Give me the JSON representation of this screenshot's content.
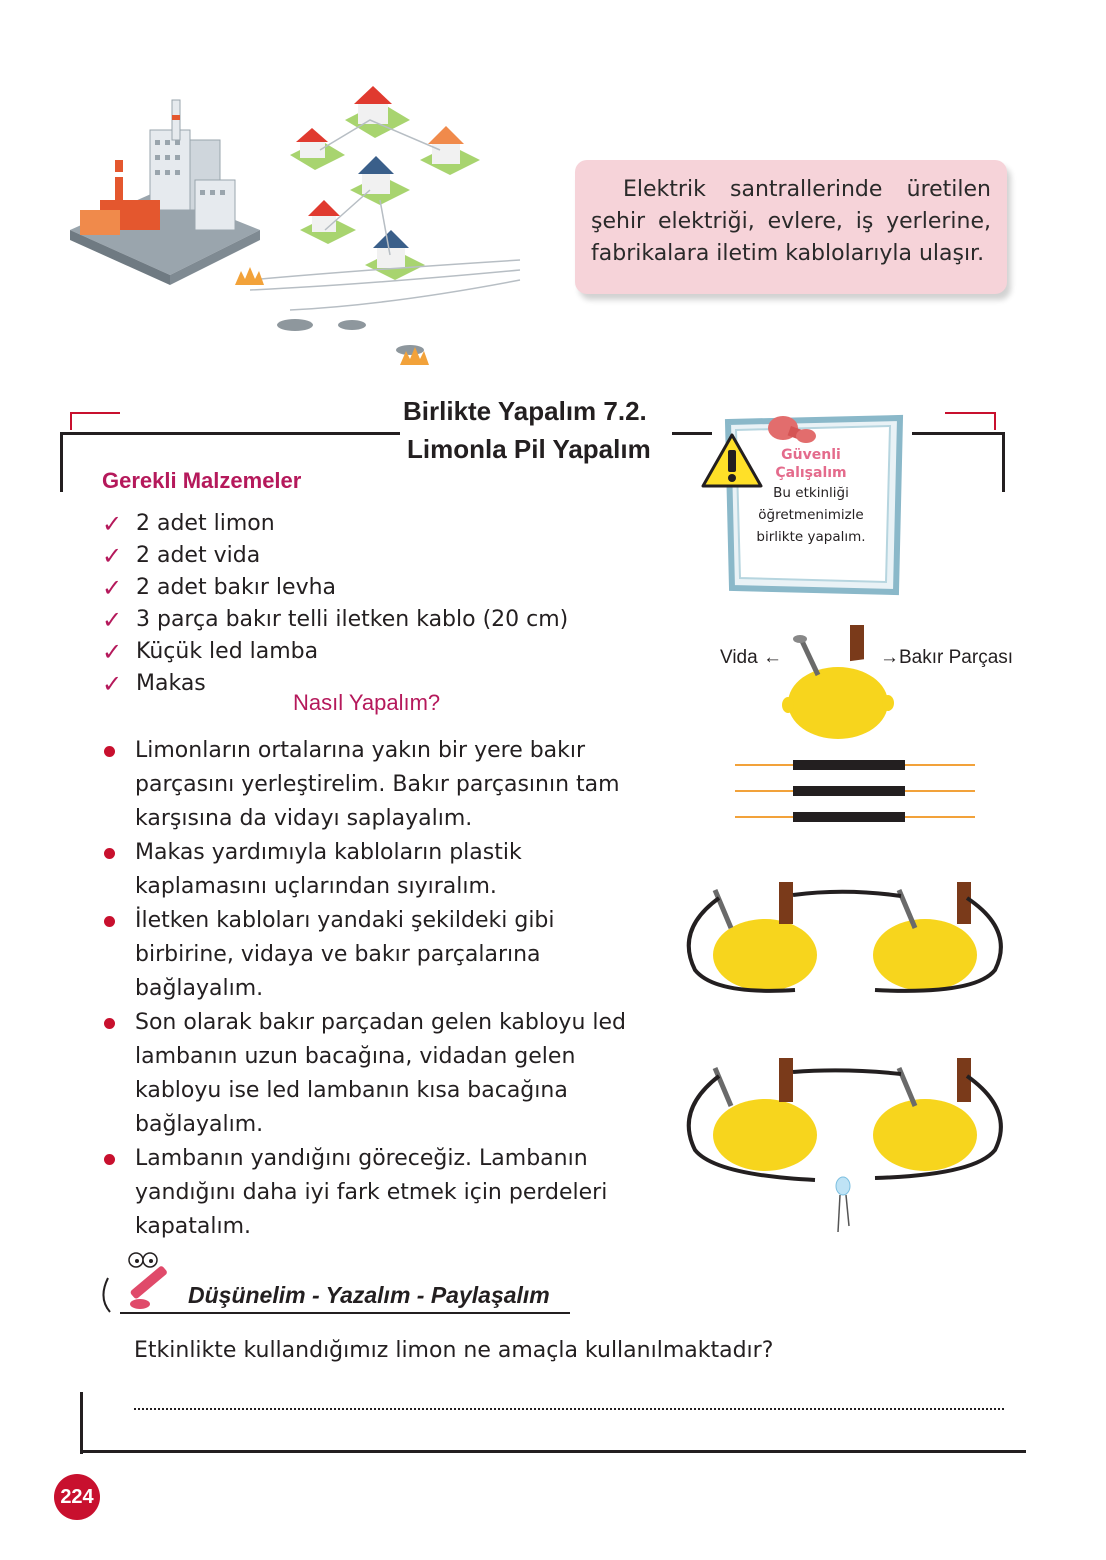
{
  "info_box": {
    "text": "Elektrik santrallerinde üretilen şehir elektriği, evlere, iş yerlerine, fabrikalara iletim kablolarıyla ulaşır."
  },
  "activity": {
    "title_line1": "Birlikte Yapalım 7.2.",
    "title_line2": "Limonla Pil Yapalım"
  },
  "safety": {
    "title_line1": "Güvenli",
    "title_line2": "Çalışalım",
    "line1": "Bu etkinliği",
    "line2": "öğretmenimizle",
    "line3": "birlikte yapalım."
  },
  "materials": {
    "heading": "Gerekli Malzemeler",
    "items": [
      "2 adet limon",
      "2 adet vida",
      "2 adet bakır levha",
      "3 parça bakır telli iletken kablo (20 cm)",
      "Küçük led lamba",
      "Makas"
    ]
  },
  "how_to": {
    "heading": "Nasıl Yapalım?",
    "steps": [
      "Limonların ortalarına yakın bir yere bakır parçasını yerleştirelim. Bakır parçasının tam karşısına da vidayı saplayalım.",
      "Makas yardımıyla kabloların plastik kaplamasını uçlarından sıyıralım.",
      "İletken kabloları yandaki şekildeki gibi birbirine, vidaya ve bakır parçalarına bağlayalım.",
      "Son olarak bakır parçadan gelen kabloyu led lambanın uzun bacağına, vidadan gelen kabloyu ise led lambanın kısa bacağına bağlayalım.",
      "Lambanın yandığını göreceğiz. Lambanın yandığını daha iyi fark etmek için perdeleri kapatalım."
    ]
  },
  "figure_labels": {
    "screw": "Vida ←",
    "copper": "→Bakır Parçası"
  },
  "think": {
    "title": "Düşünelim - Yazalım - Paylaşalım",
    "question": "Etkinlikte kullandığımız limon ne amaçla kullanılmaktadır?"
  },
  "page_number": "224",
  "colors": {
    "accent": "#c8102e",
    "heading_pink": "#b5195b",
    "info_bg": "#f6d3d9",
    "lemon": "#f7d51d"
  }
}
